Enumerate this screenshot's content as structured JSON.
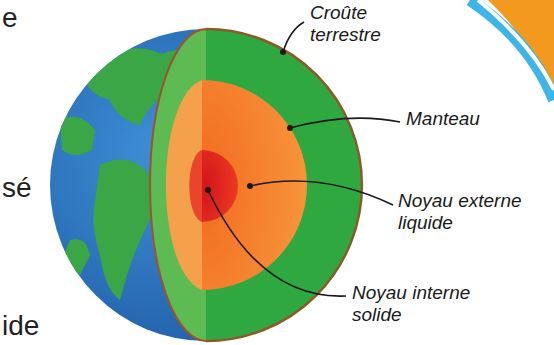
{
  "diagram": {
    "labels": [
      "Croûte terrestre",
      "Manteau",
      "Noyau externe liquide",
      "Noyau interne solide",
      "e",
      "sé",
      "ide"
    ]
  }
}
